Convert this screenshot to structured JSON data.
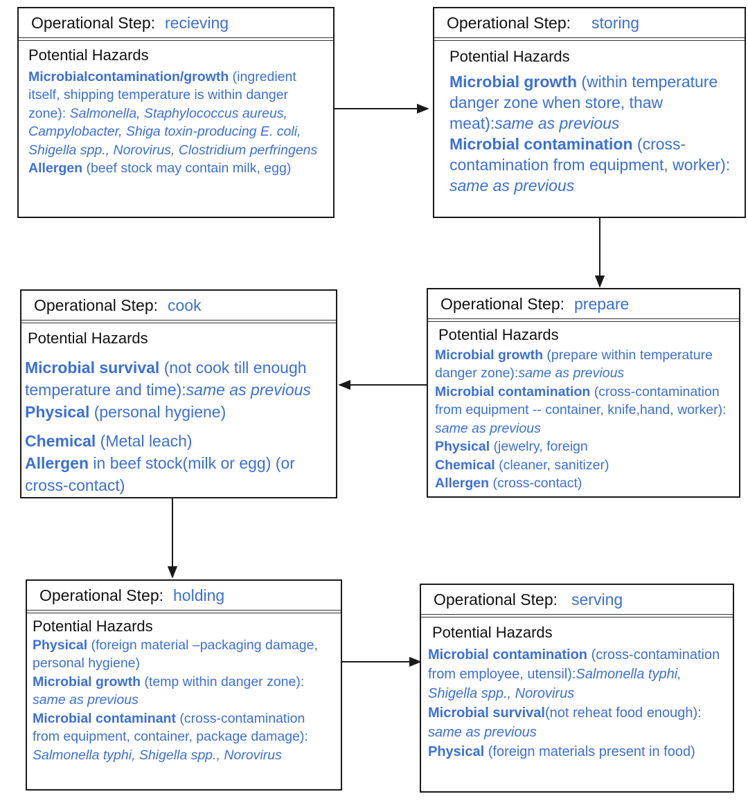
{
  "labels": {
    "step_prefix": "Operational Step:",
    "hazards_title": "Potential Hazards"
  },
  "steps": [
    {
      "id": "recieving",
      "name": "recieving",
      "hazards": [
        {
          "bold": "Microbialcontamination/growth",
          "text": " (ingredient itself, shipping temperature is within danger zone): ",
          "italic": "Salmonella, Staphylococcus aureus, Campylobacter, Shiga toxin-producing E. coli, Shigella spp., Norovirus, Clostridium perfringens"
        },
        {
          "bold": "Allergen",
          "text": " (beef stock may contain milk, egg)",
          "italic": ""
        }
      ]
    },
    {
      "id": "storing",
      "name": "storing",
      "hazards": [
        {
          "bold": "Microbial growth",
          "text": " (within temperature danger zone when store, thaw meat):",
          "italic": "same as previous"
        },
        {
          "bold": "Microbial contamination",
          "text": " (cross-contamination from equipment, worker): ",
          "italic": "same as previous"
        }
      ]
    },
    {
      "id": "prepare",
      "name": "prepare",
      "hazards": [
        {
          "bold": "Microbial growth",
          "text": " (prepare within temperature danger zone):",
          "italic": "same as previous"
        },
        {
          "bold": "Microbial contamination",
          "text": " (cross-contamination from equipment -- container, knife,hand, worker): ",
          "italic": "same as previous"
        },
        {
          "bold": "Physical",
          "text": " (jewelry, foreign",
          "italic": ""
        },
        {
          "bold": "Chemical",
          "text": " (cleaner, sanitizer)",
          "italic": ""
        },
        {
          "bold": "Allergen",
          "text": " (cross-contact)",
          "italic": ""
        }
      ]
    },
    {
      "id": "cook",
      "name": "cook",
      "hazards": [
        {
          "bold": "Microbial survival",
          "text": " (not cook till enough temperature and time):",
          "italic": "same as previous"
        },
        {
          "bold": "Physical",
          "text": " (personal hygiene)",
          "italic": ""
        },
        {
          "bold": "Chemical",
          "text": " (Metal leach)",
          "italic": ""
        },
        {
          "bold": "Allergen",
          "text": " in beef stock(milk or egg) (or cross-contact)",
          "italic": ""
        }
      ]
    },
    {
      "id": "holding",
      "name": "holding",
      "hazards": [
        {
          "bold": "Physical",
          "text": " (foreign material –packaging damage, personal hygiene)",
          "italic": ""
        },
        {
          "bold": "Microbial growth",
          "text": " (temp within danger zone): ",
          "italic": "same as previous"
        },
        {
          "bold": "Microbial contaminant",
          "text": " (cross-contamination from equipment, container, package damage): ",
          "italic": "Salmonella typhi, Shigella spp., Norovirus"
        }
      ]
    },
    {
      "id": "serving",
      "name": "serving",
      "hazards": [
        {
          "bold": "Microbial contamination",
          "text": " (cross-contamination from employee, utensil):",
          "italic": "Salmonella typhi,  Shigella spp., Norovirus"
        },
        {
          "bold": "Microbial survival",
          "text": "(not reheat food enough): ",
          "italic": "same as previous"
        },
        {
          "bold": "Physical",
          "text": " (foreign materials present in food)",
          "italic": ""
        }
      ]
    }
  ]
}
